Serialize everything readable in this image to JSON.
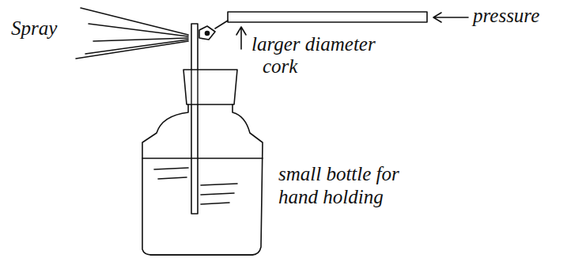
{
  "diagram": {
    "labels": [
      "Spray",
      "pressure",
      "larger diameter",
      "cork",
      "small bottle for hand holding"
    ]
  }
}
